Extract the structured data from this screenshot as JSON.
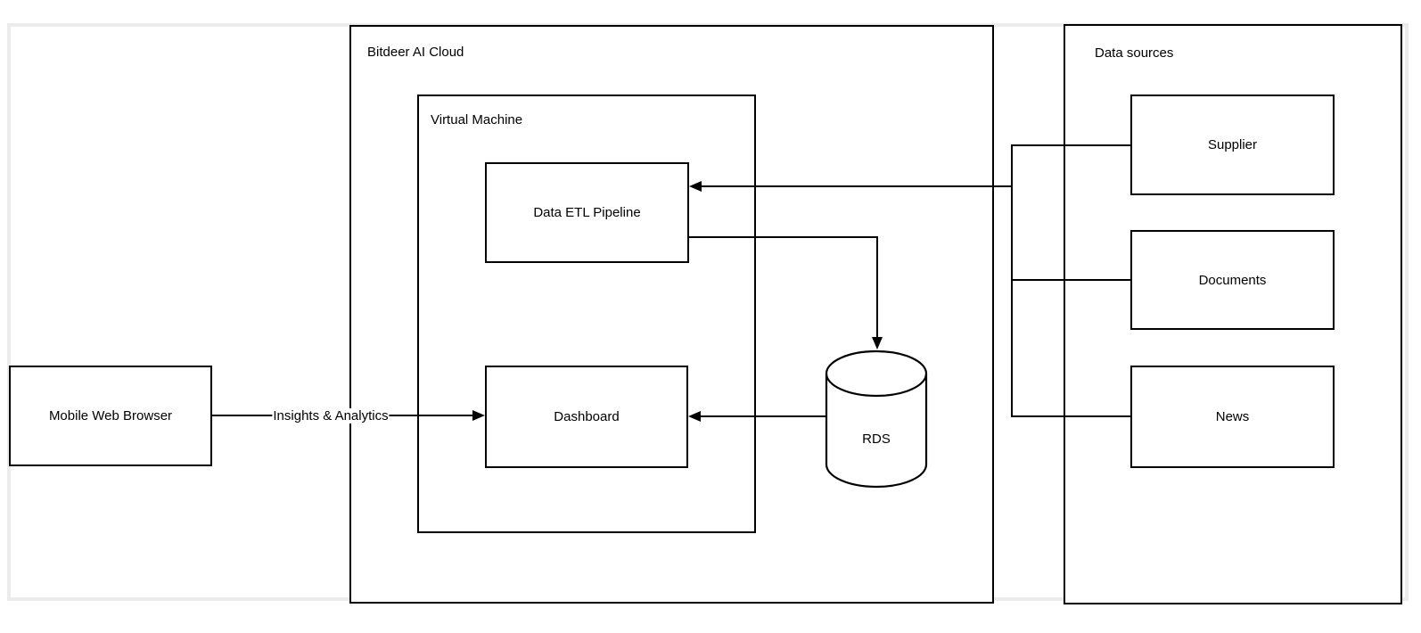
{
  "diagram": {
    "title_none": "",
    "containers": {
      "cloud": {
        "label": "Bitdeer AI Cloud"
      },
      "vm": {
        "label": "Virtual Machine"
      },
      "data_sources": {
        "label": "Data sources"
      }
    },
    "nodes": {
      "mobile": {
        "label": "Mobile Web Browser"
      },
      "etl": {
        "label": "Data ETL Pipeline"
      },
      "dashboard": {
        "label": "Dashboard"
      },
      "rds": {
        "label": "RDS"
      },
      "supplier": {
        "label": "Supplier"
      },
      "documents": {
        "label": "Documents"
      },
      "news": {
        "label": "News"
      }
    },
    "edges": {
      "insights": {
        "label": "Insights & Analytics"
      }
    },
    "colors": {
      "stroke": "#000000",
      "frame": "#ececec",
      "fill": "#ffffff",
      "text": "#000000"
    }
  }
}
